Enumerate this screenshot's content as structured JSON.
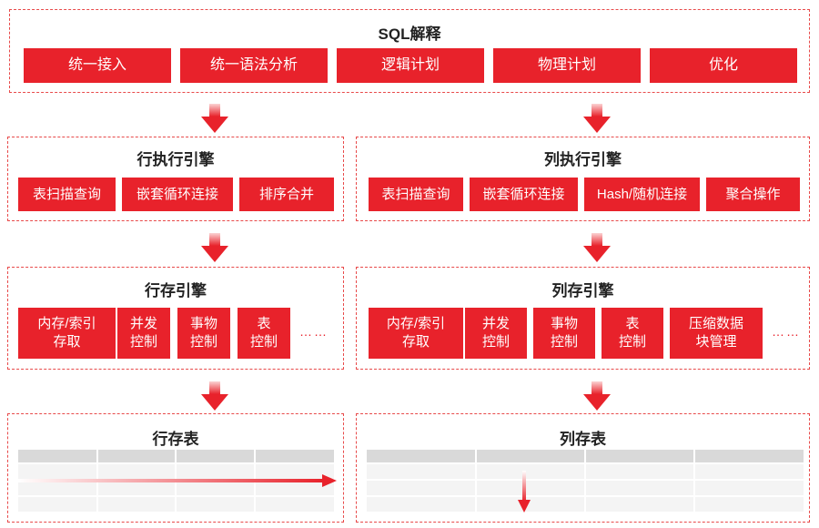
{
  "sql": {
    "title": "SQL解释",
    "steps": [
      "统一接入",
      "统一语法分析",
      "逻辑计划",
      "物理计划",
      "优化"
    ]
  },
  "row_exec": {
    "title": "行执行引擎",
    "items": [
      "表扫描查询",
      "嵌套循环连接",
      "排序合并"
    ]
  },
  "col_exec": {
    "title": "列执行引擎",
    "items": [
      "表扫描查询",
      "嵌套循环连接",
      "Hash/随机连接",
      "聚合操作"
    ]
  },
  "row_store": {
    "title": "行存引擎",
    "items": [
      "内存/索引\n存取",
      "并发\n控制",
      "事物\n控制",
      "表\n控制"
    ],
    "more": "……"
  },
  "col_store": {
    "title": "列存引擎",
    "items": [
      "内存/索引\n存取",
      "并发\n控制",
      "事物\n控制",
      "表\n控制",
      "压缩数据\n块管理"
    ],
    "more": "……"
  },
  "row_table": {
    "title": "行存表"
  },
  "col_table": {
    "title": "列存表"
  },
  "colors": {
    "accent": "#e8222b",
    "border": "#e84a4a",
    "table_header": "#d9d9d9",
    "table_row": "#f2f2f2"
  }
}
